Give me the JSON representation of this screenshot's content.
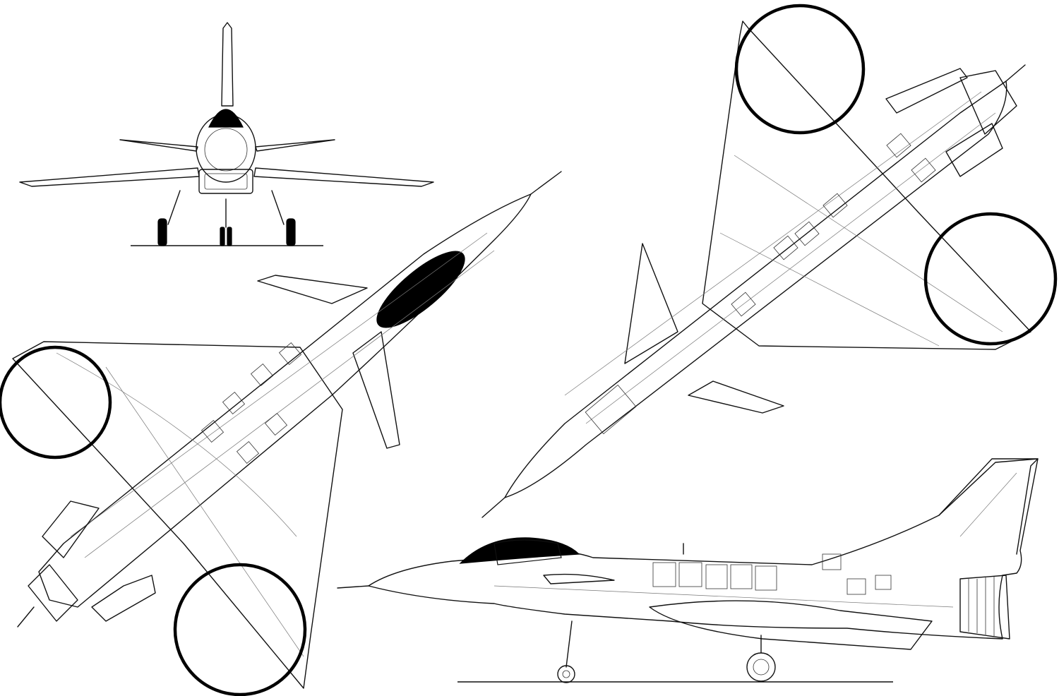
{
  "colors": {
    "line": "#111111",
    "canopy": "#000000",
    "paper": "#ffffff",
    "callout": "#000000"
  },
  "callout_circles": [
    {
      "id": "bottom-view-left-wing-tip"
    },
    {
      "id": "bottom-view-right-wing-tip"
    },
    {
      "id": "top-view-left-wing-tip"
    },
    {
      "id": "top-view-right-wing-tip"
    }
  ]
}
